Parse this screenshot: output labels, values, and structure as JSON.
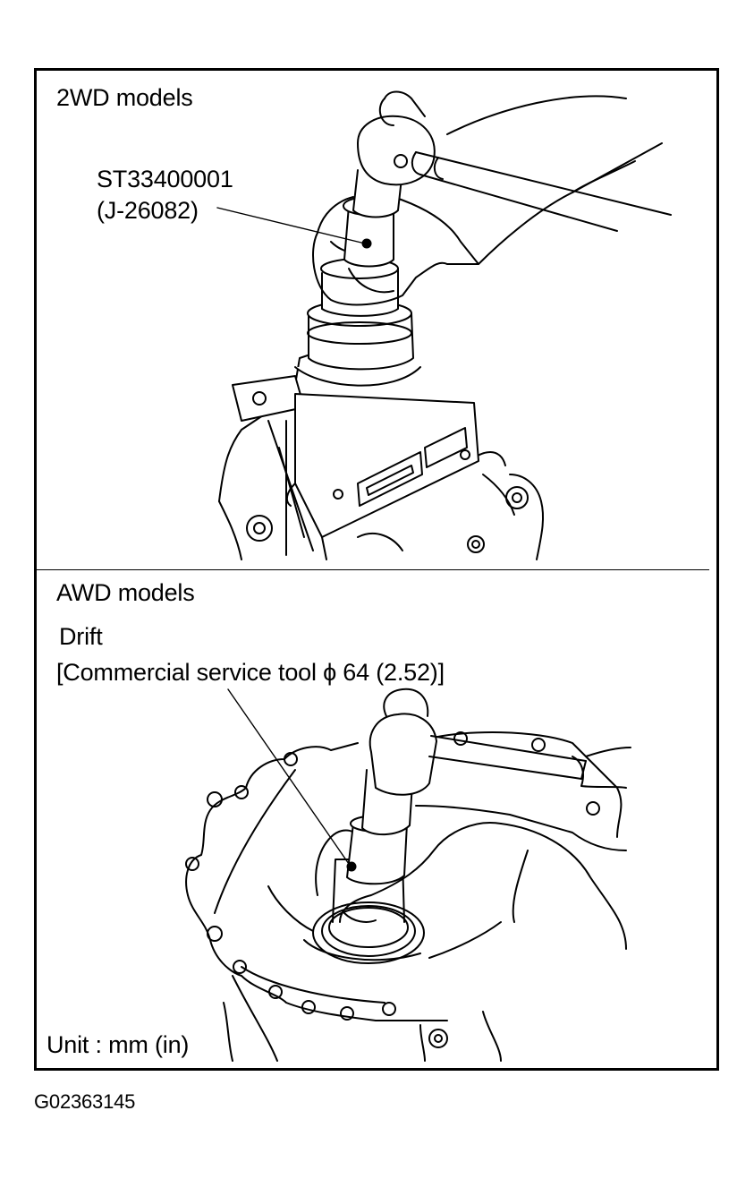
{
  "panels": {
    "top": {
      "title": "2WD models",
      "tool_code": "ST33400001",
      "tool_alt": "(J-26082)"
    },
    "bottom": {
      "title": "AWD models",
      "tool_name": "Drift",
      "tool_desc": "[Commercial service tool ϕ 64 (2.52)]",
      "unit": "Unit : mm (in)"
    }
  },
  "figure_id": "G02363145"
}
